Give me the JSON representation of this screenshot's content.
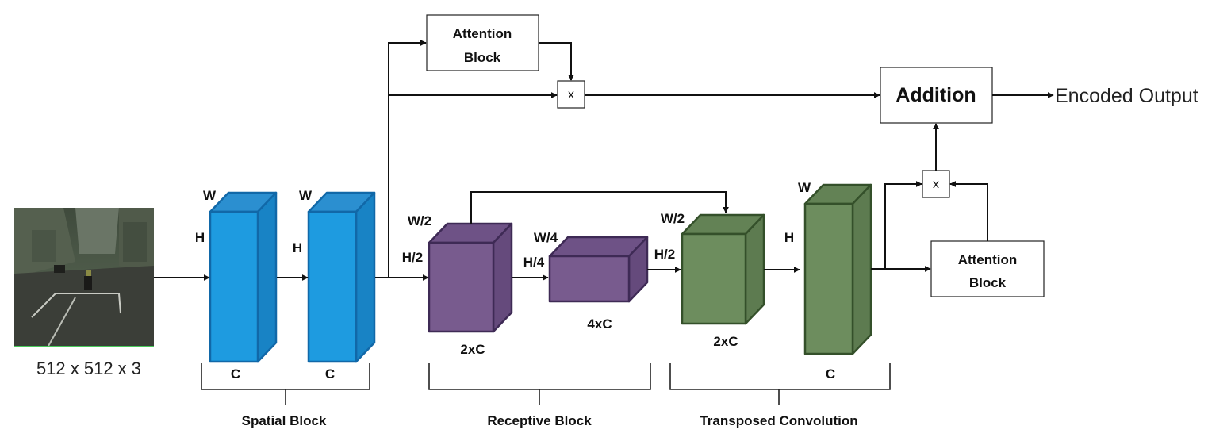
{
  "input": {
    "size_label": "512 x 512 x 3"
  },
  "spatial_block": {
    "label": "Spatial Block",
    "cube1": {
      "w": "W",
      "h": "H",
      "c": "C"
    },
    "cube2": {
      "w": "W",
      "h": "H",
      "c": "C"
    }
  },
  "receptive_block": {
    "label": "Receptive Block",
    "cube1": {
      "w": "W/2",
      "h": "H/2",
      "c": "2xC"
    },
    "cube2": {
      "w": "W/4",
      "h": "H/4",
      "c": "4xC"
    }
  },
  "transposed_convolution": {
    "label": "Transposed Convolution",
    "cube1": {
      "w": "W/2",
      "h": "H/2",
      "c": "2xC"
    },
    "cube2": {
      "w": "W",
      "h": "H",
      "c": "C"
    }
  },
  "attention_top": {
    "line1": "Attention",
    "line2": "Block"
  },
  "attention_bottom": {
    "line1": "Attention",
    "line2": "Block"
  },
  "multiply_top": "x",
  "multiply_bottom": "x",
  "addition": "Addition",
  "output": "Encoded Output",
  "colors": {
    "spatial_fill": "#1e9be0",
    "spatial_top": "#2b8fd0",
    "spatial_side": "#1883c5",
    "spatial_stroke": "#1168a8",
    "receptive_fill": "#785b8e",
    "receptive_top": "#6e5286",
    "receptive_side": "#654a7c",
    "receptive_stroke": "#3e2a55",
    "transposed_fill": "#6d8d5e",
    "transposed_top": "#638255",
    "transposed_side": "#5d7b50",
    "transposed_stroke": "#34502a"
  }
}
